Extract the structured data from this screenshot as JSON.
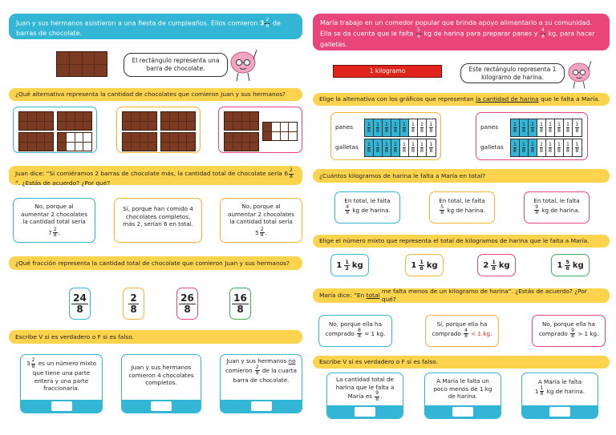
{
  "left": {
    "header": {
      "pre": "Juan y sus hermanos asistieron a una fiesta de cumpleaños. Ellos comieron",
      "whole": "3",
      "num": "2",
      "den": "8",
      "post": "de barras de chocolate."
    },
    "bubble": "El rectángulo representa una barra de chocolate.",
    "q1": "¿Qué alternativa representa la cantidad de chocolates que comieron Juan y sus hermanos?",
    "q2": {
      "pre": "Juan dice: “Si comiéramos 2 barras de chocolate más, la cantidad total de chocolate sería",
      "whole": "6",
      "num": "2",
      "den": "8",
      "post": "”. ¿Estás de acuerdo? ¿Por qué?"
    },
    "answers2": [
      {
        "line1": "No, porque al",
        "line2": "aumentar 2 chocolates",
        "line3": "la cantidad total sería",
        "whole": "7",
        "num": "2",
        "den": "8",
        "tail": "."
      },
      {
        "text": "Sí, porque han comido 4 chocolates completos, más 2, serían 6 en total."
      },
      {
        "line1": "No, porque al",
        "line2": "aumentar 2 chocolates",
        "line3": "la cantidad total sería",
        "whole": "5",
        "num": "2",
        "den": "8",
        "tail": "."
      }
    ],
    "q3": "¿Qué fracción representa la cantidad total de chocolate que comieron Juan y sus hermanos?",
    "fractions": [
      {
        "num": "24",
        "den": "8"
      },
      {
        "num": "2",
        "den": "8"
      },
      {
        "num": "26",
        "den": "8"
      },
      {
        "num": "16",
        "den": "8"
      }
    ],
    "q4": "Escribe V si es verdadero o F si es falso.",
    "vf": [
      {
        "whole": "3",
        "num": "2",
        "den": "8",
        "text": "es un número mixto que tiene una parte entera y una parte fraccionaria."
      },
      {
        "text": "Juan y sus hermanos comieron 4 chocolates completos."
      },
      {
        "pre": "Juan y sus hermanos",
        "no": "no",
        "mid": "comieron",
        "num": "2",
        "den": "8",
        "post": "de la cuarta barra de chocolate."
      }
    ]
  },
  "right": {
    "header": {
      "pre": "María trabajo en un comedor popular que brinda apoyo alimentario a su comunidad. Ella se da cuenta que le falta",
      "num1": "5",
      "den1": "8",
      "mid": "kg de harina para preparar panes y",
      "num2": "4",
      "den2": "8",
      "post": "kg, para hacer galletas."
    },
    "kilo_label": "1 kilogramo",
    "bubble": "Este rectángulo representa 1 kilogramo de harina.",
    "q1": {
      "pre": "Elige la alternativa con los gráficos que representan",
      "u": "la cantidad de harina",
      "post": "que le falta a María."
    },
    "panes_label": "panes",
    "galletas_label": "galletas",
    "cell_num": "1",
    "cell_den": "8",
    "q2": "¿Cuántos kilogramos de harina le falta a María en total?",
    "totals": [
      {
        "line1": "En total, le falta",
        "num": "4",
        "den": "8",
        "tail": "kg de harina."
      },
      {
        "line1": "En total, le falta",
        "num": "5",
        "den": "8",
        "tail": "kg de harina."
      },
      {
        "line1": "En total, le falta",
        "num": "9",
        "den": "8",
        "tail": "kg de harina."
      }
    ],
    "q3": "Elige el número mixto que representa el total de kilogramos de harina que le falta a María.",
    "unit": "kg",
    "mixed": [
      {
        "whole": "1",
        "num": "1",
        "den": "2"
      },
      {
        "whole": "1",
        "num": "1",
        "den": "8"
      },
      {
        "whole": "2",
        "num": "1",
        "den": "8"
      },
      {
        "whole": "1",
        "num": "5",
        "den": "8"
      }
    ],
    "q4": {
      "pre": "María dice: “En",
      "u": "total",
      "post": "me falta menos de un kilogramo de harina”. ¿Estás de acuerdo? ¿Por qué?"
    },
    "answers4": [
      {
        "line1": "No, porque ella ha",
        "pre": "comprado",
        "num": "8",
        "den": "8",
        "rel": "= 1 kg."
      },
      {
        "line1": "Sí, porque ella ha",
        "pre": "comprado",
        "num": "4",
        "den": "8",
        "rel": "< 1 kg."
      },
      {
        "line1": "No, porque ella ha",
        "pre": "comprado",
        "num": "9",
        "den": "8",
        "rel": "> 1 kg."
      }
    ],
    "q5": "Escribe V si es verdadero o F si es falso.",
    "vf": [
      {
        "line1": "La cantidad total de",
        "line2": "harina que le falta a",
        "pre": "María es",
        "num": "9",
        "den": "8",
        "tail": "."
      },
      {
        "text": "A María le falta un poco menos de 1 kg de harina."
      },
      {
        "line1": "A María le falta",
        "whole": "1",
        "num": "1",
        "den": "8",
        "tail": "kg de harina."
      }
    ]
  },
  "colors": {
    "cyan": "#33b5d6",
    "pink": "#e8457a",
    "yellow": "#fcd34d",
    "orange": "#f4b233",
    "green": "#3db060",
    "red": "#e0241b",
    "chocolate": "#7a3b22"
  }
}
